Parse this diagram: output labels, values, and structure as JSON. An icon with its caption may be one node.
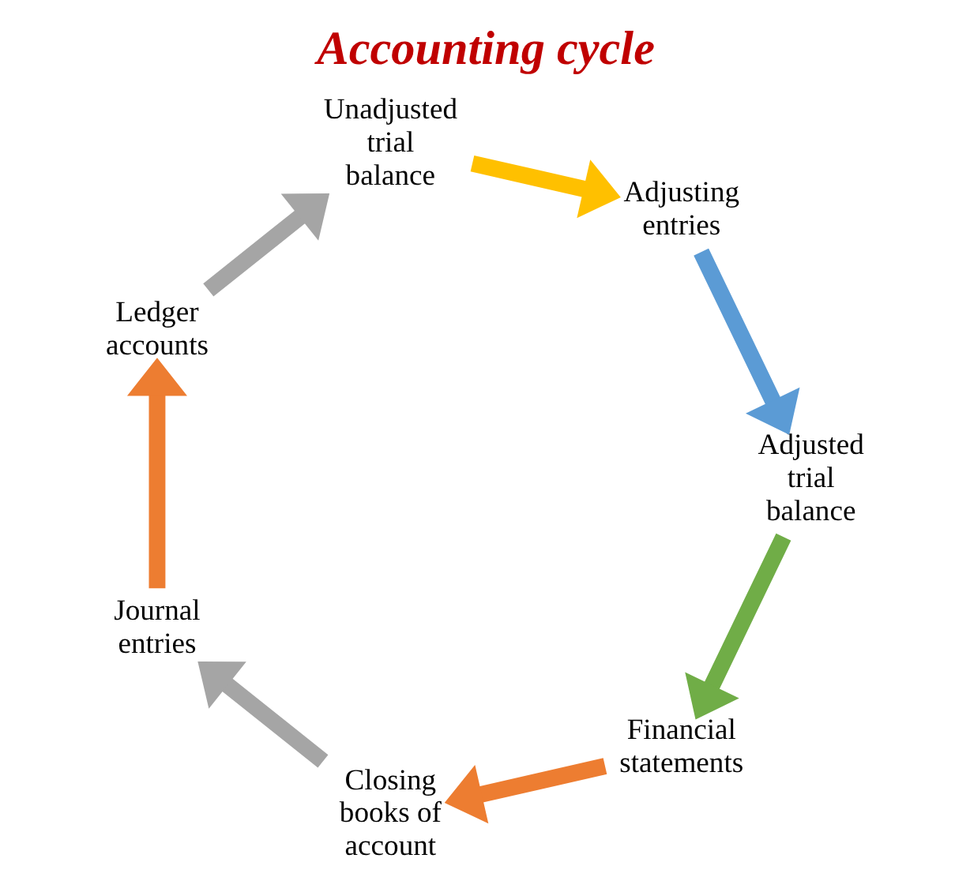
{
  "diagram": {
    "title": "Accounting cycle",
    "nodes": [
      {
        "text": [
          "Closing books of account"
        ]
      },
      {
        "text": [
          "Journal entries"
        ]
      },
      {
        "text": [
          "Ledger accounts"
        ]
      },
      {
        "text": [
          "Unadjusted trial balance"
        ]
      },
      {
        "text": [
          "Adjusting entries"
        ]
      },
      {
        "text": [
          "Adjusted trial balance"
        ]
      },
      {
        "text": [
          "Financial statements"
        ]
      }
    ],
    "edges": [
      {
        "from": 0,
        "to": 1,
        "arrow": "to",
        "color": "#a5a5a5"
      },
      {
        "from": 1,
        "to": 2,
        "arrow": "to",
        "color": "#ed7d31"
      },
      {
        "from": 2,
        "to": 3,
        "arrow": "to",
        "color": "#a5a5a5"
      },
      {
        "from": 3,
        "to": 4,
        "arrow": "to",
        "color": "#ffc000"
      },
      {
        "from": 4,
        "to": 5,
        "arrow": "to",
        "color": "#5b9bd5"
      },
      {
        "from": 5,
        "to": 6,
        "arrow": "to",
        "color": "#70ad47"
      },
      {
        "from": 6,
        "to": 0,
        "arrow": "to",
        "color": "#ed7d31"
      }
    ]
  }
}
